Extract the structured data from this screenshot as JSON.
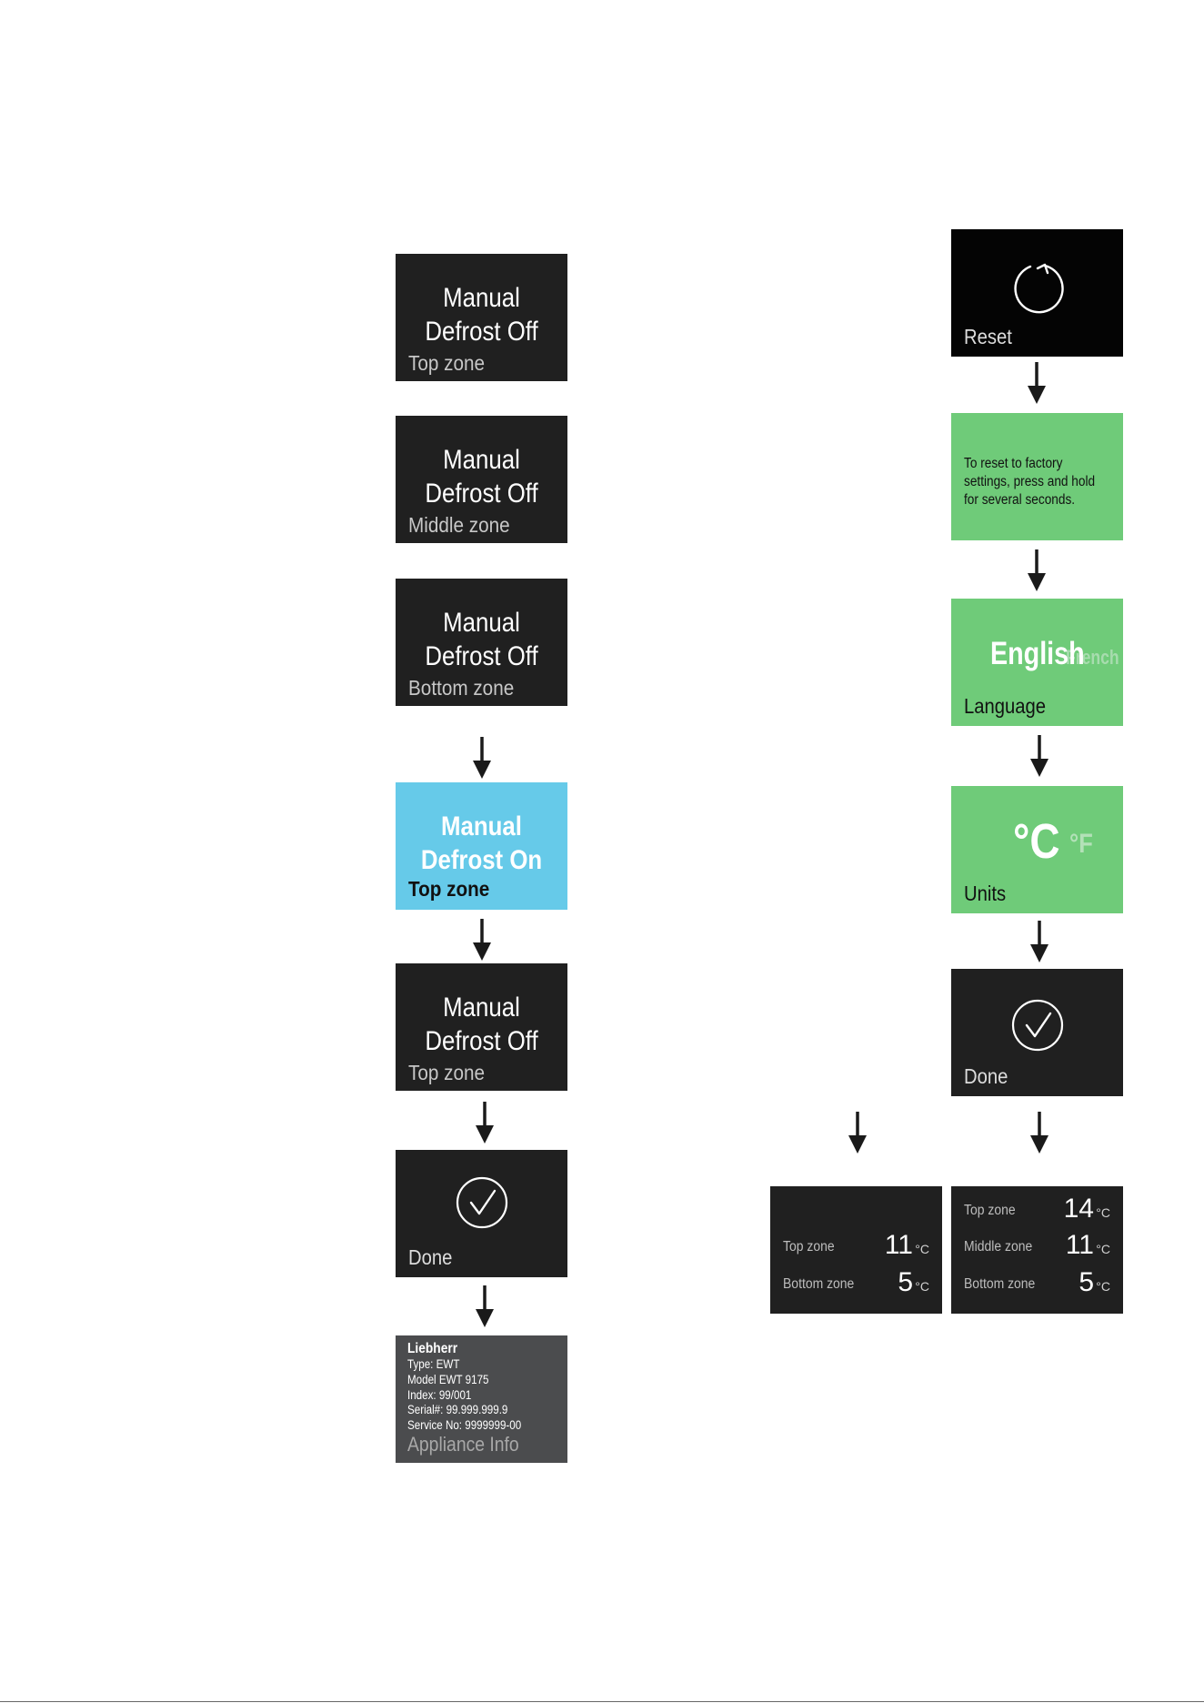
{
  "left_column": {
    "screen1": {
      "line1": "Manual",
      "line2": "Defrost Off",
      "zone": "Top zone"
    },
    "screen2": {
      "line1": "Manual",
      "line2": "Defrost Off",
      "zone": "Middle zone"
    },
    "screen3": {
      "line1": "Manual",
      "line2": "Defrost Off",
      "zone": "Bottom zone"
    },
    "screen4": {
      "line1": "Manual",
      "line2": "Defrost On",
      "zone": "Top zone"
    },
    "screen5": {
      "line1": "Manual",
      "line2": "Defrost Off",
      "zone": "Top zone"
    },
    "screen6": {
      "label": "Done"
    },
    "screen7": {
      "brand": "Liebherr",
      "type": "Type: EWT",
      "model": "Model EWT 9175",
      "index": "Index: 99/001",
      "serial": "Serial#: 99.999.999.9",
      "service": "Service No: 9999999-00",
      "title": "Appliance Info"
    }
  },
  "right_column": {
    "reset": {
      "label": "Reset"
    },
    "reset_info": {
      "text": "To reset to factory settings, press and hold for several seconds."
    },
    "language": {
      "selected": "English",
      "next": "French",
      "label": "Language"
    },
    "units": {
      "selected": "°C",
      "other": "°F",
      "label": "Units"
    },
    "done": {
      "label": "Done"
    },
    "two_zone": {
      "rows": [
        {
          "zone": "Top zone",
          "value": "11",
          "unit": "°C"
        },
        {
          "zone": "Bottom zone",
          "value": "5",
          "unit": "°C"
        }
      ]
    },
    "three_zone": {
      "rows": [
        {
          "zone": "Top zone",
          "value": "14",
          "unit": "°C"
        },
        {
          "zone": "Middle zone",
          "value": "11",
          "unit": "°C"
        },
        {
          "zone": "Bottom zone",
          "value": "5",
          "unit": "°C"
        }
      ]
    }
  },
  "colors": {
    "dark_screen": "#202020",
    "black_screen": "#040404",
    "active_blue": "#66cae9",
    "settings_green": "#6fcb79",
    "info_grey": "#4b4c4e",
    "arrow": "#1a1a1a"
  },
  "icons": {
    "reset": "circular-arrow-icon",
    "done": "checkmark-circle-icon",
    "arrow": "arrow-down-icon"
  }
}
